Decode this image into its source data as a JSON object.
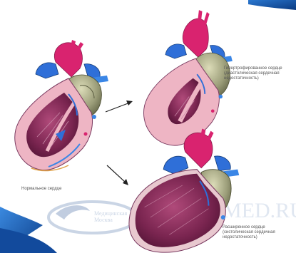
{
  "labels": {
    "normal": "Нормальное сердце",
    "hypertrophied": "Гипертрофированное сердце\n(диастолическая сердечная\nнедостаточность)",
    "dilated": "Расширенное сердце\n(систолическая сердечная\nнедостаточность)"
  },
  "watermark": {
    "logo_text": "Медицинская\nМосква",
    "site_text": "MED.RU"
  },
  "colors": {
    "aorta": "#d9236f",
    "pulmonary": "#2f6fd8",
    "vena_cava": "#3a86e6",
    "myocardium": "#eeb5c4",
    "myocardium_outline": "#7a3a60",
    "cavity": "#8a2f5f",
    "cavity_dark": "#5a1838",
    "atrium": "#7a7f60",
    "atrium_light": "#c9cba0",
    "blue_corner": "#1f5fb8",
    "arrow": "#222222"
  }
}
